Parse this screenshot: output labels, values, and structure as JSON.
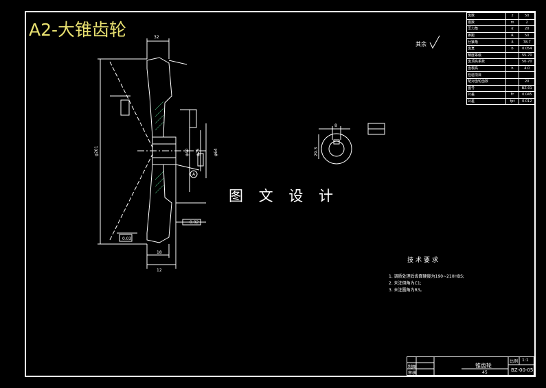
{
  "drawing": {
    "title_label": "A2-大锥齿轮",
    "watermark": "图 文 设 计",
    "finish_mark": "其余"
  },
  "params": [
    [
      "齿数",
      "z",
      "50"
    ],
    [
      "模数",
      "m",
      "2"
    ],
    [
      "压力角",
      "α",
      "20"
    ],
    [
      "锥距",
      "R",
      "50"
    ],
    [
      "分锥角",
      "δ",
      "78.7"
    ],
    [
      "齿宽",
      "b",
      "0.054"
    ],
    [
      "精度等级",
      "",
      "55-70"
    ],
    [
      "齿顶高系数",
      "",
      "50-70"
    ],
    [
      "齿根高",
      "h",
      "4.0"
    ],
    [
      "检验项目",
      "",
      ""
    ],
    [
      "配对齿轮齿数",
      "",
      "20"
    ],
    [
      "图号",
      "",
      "BZ-01"
    ],
    [
      "公差",
      "Fr",
      "0.045"
    ],
    [
      "公差",
      "fpt",
      "0.012"
    ]
  ],
  "tech": {
    "title": "技术要求",
    "items": [
      "1.  调质处理后齿面硬度为190~210HBS;",
      "2.  未注倒角为C1;",
      "3.  未注圆角为R3。"
    ]
  },
  "title_block": {
    "part_name": "锥齿轮",
    "material": "45",
    "scale": "1:1",
    "drawing_no": "BZ-00-05",
    "drawn_label": "制图",
    "checked_label": "审核",
    "scale_label": "比例"
  },
  "dims": {
    "d_outer": "φ201",
    "d_bore": "φ26",
    "d_hub": "φ40",
    "d_flange": "φ64",
    "width": "12",
    "hub_len": "18",
    "face_w": "32",
    "keyway": "8",
    "key_depth": "29.3",
    "tol_1": "0.02",
    "tol_2": "0.03",
    "datum": "A"
  }
}
